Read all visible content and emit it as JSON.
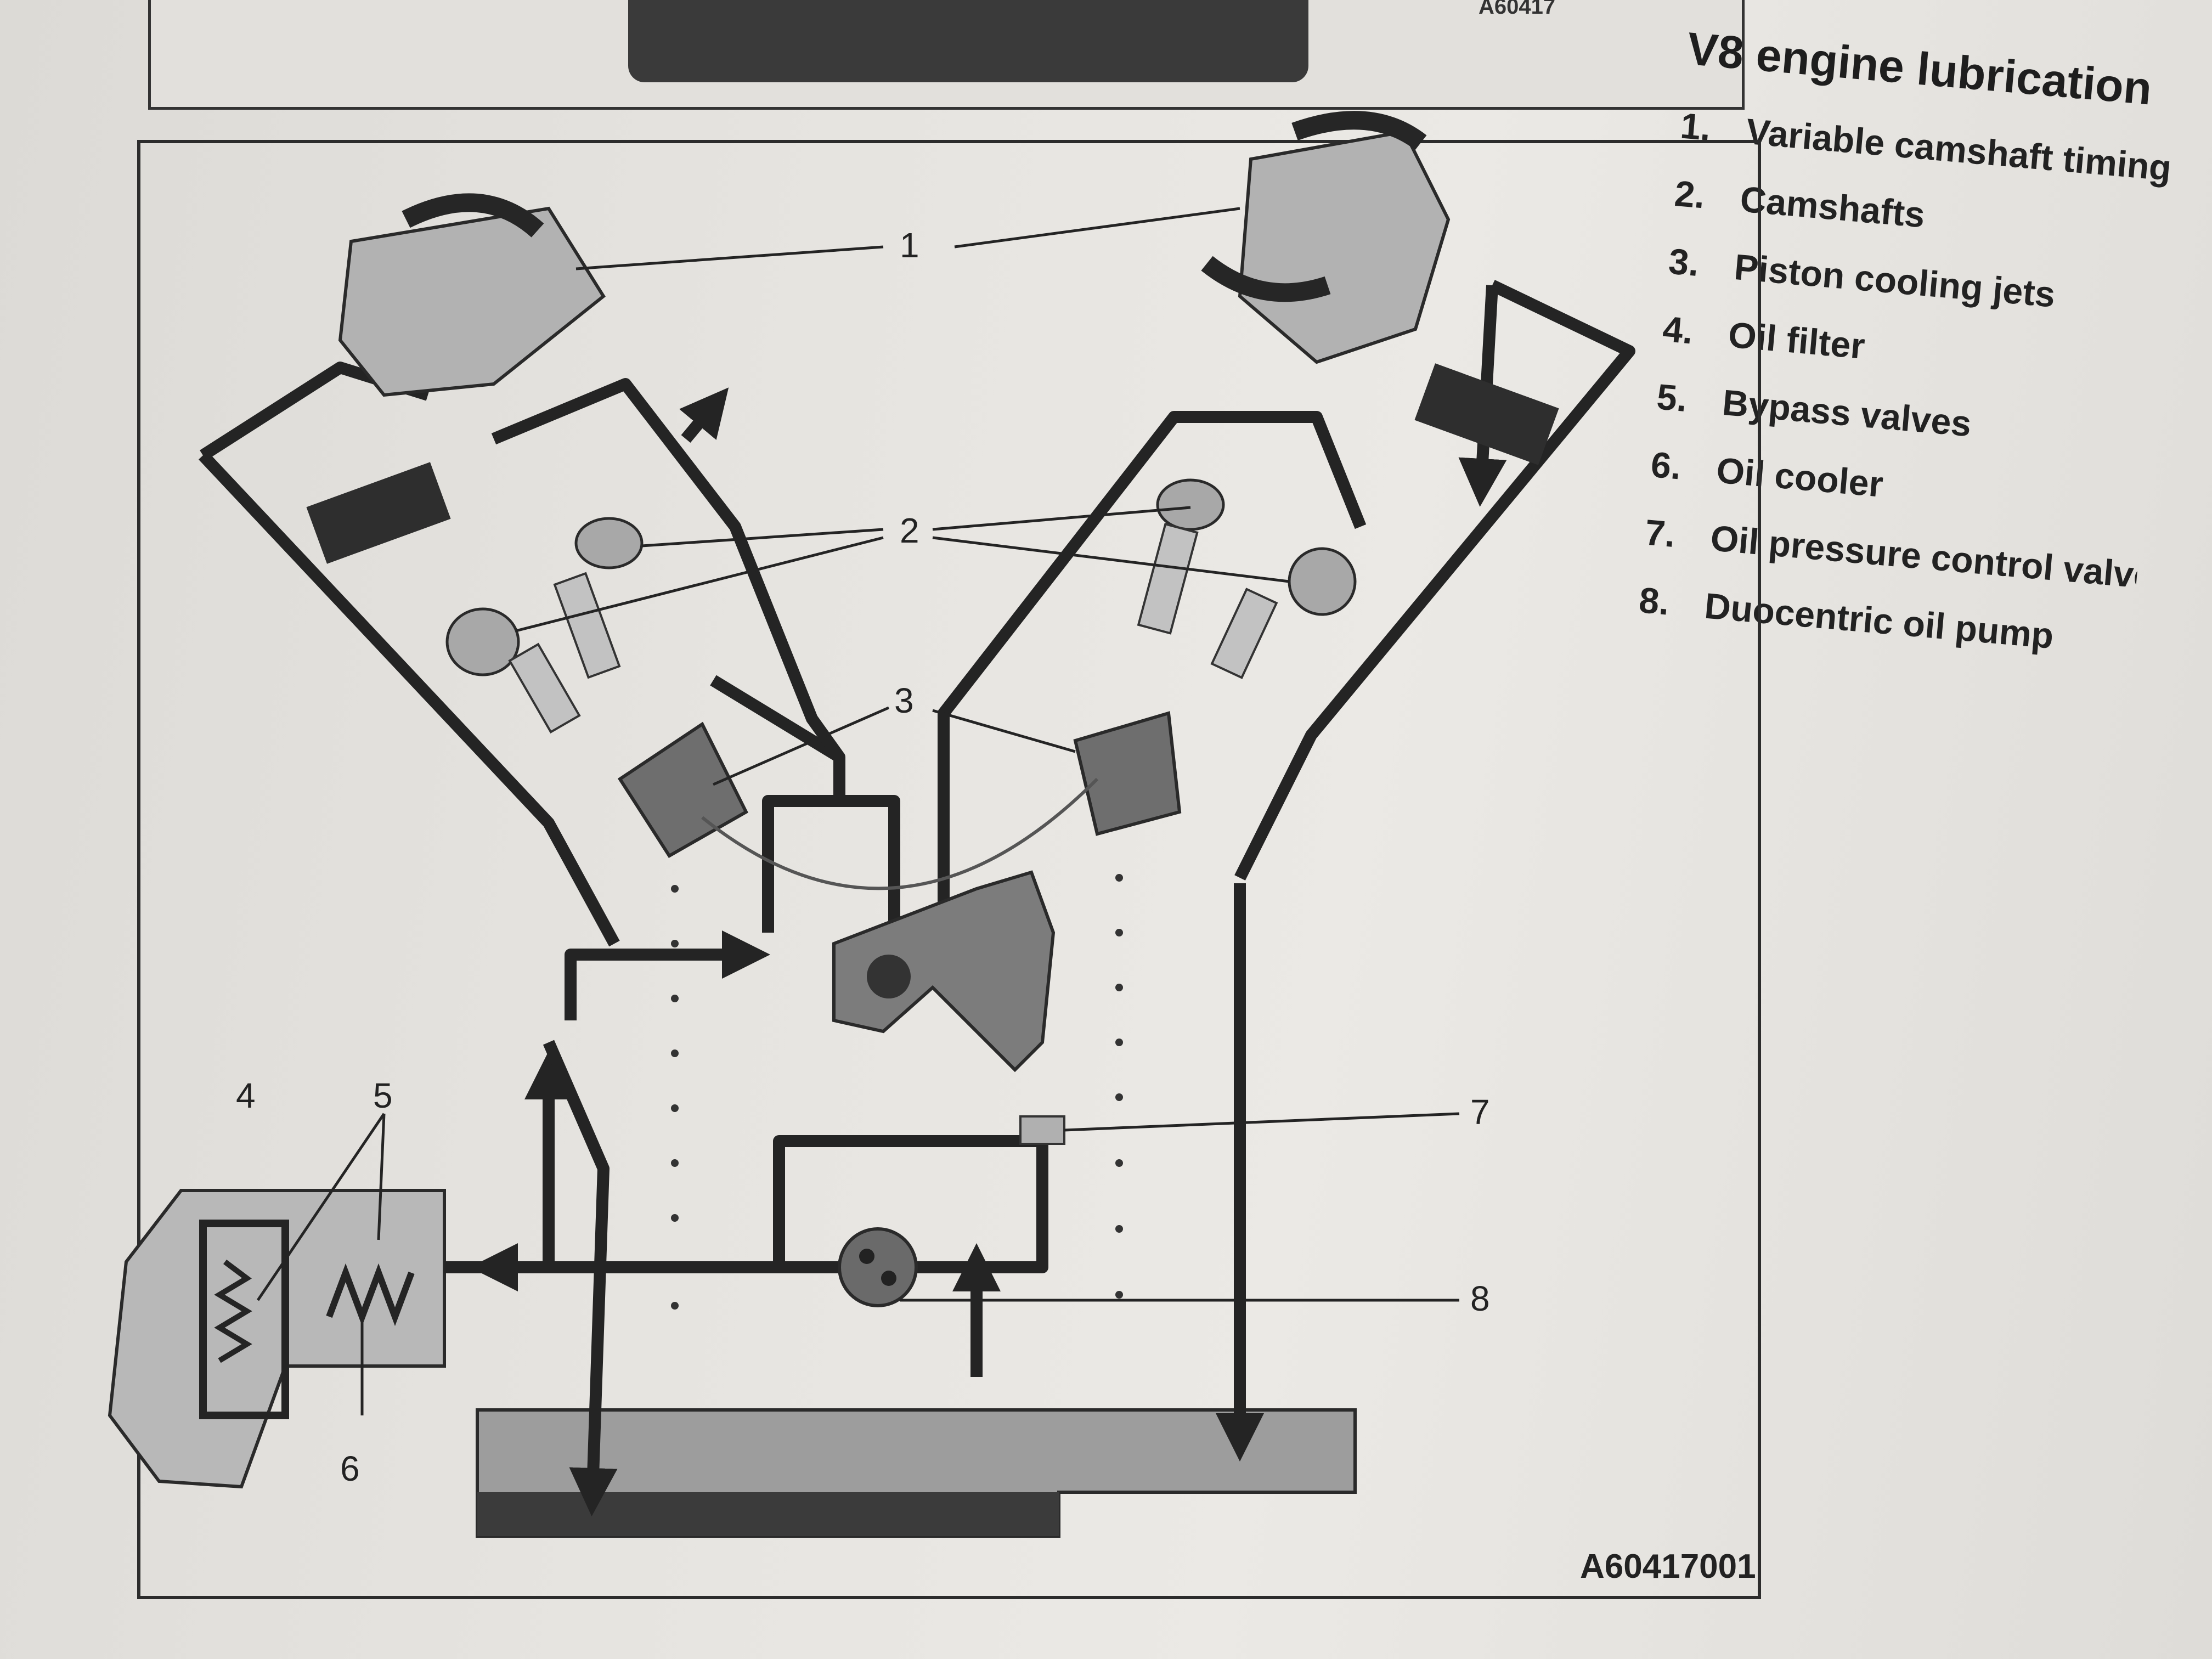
{
  "header": {
    "title": "V8 engine lubrication",
    "top_code": "A60417"
  },
  "legend": {
    "items": [
      {
        "num": "1.",
        "label": "Variable camshaft timing"
      },
      {
        "num": "2.",
        "label": "Camshafts"
      },
      {
        "num": "3.",
        "label": "Piston cooling jets"
      },
      {
        "num": "4.",
        "label": "Oil filter"
      },
      {
        "num": "5.",
        "label": "Bypass valves"
      },
      {
        "num": "6.",
        "label": "Oil cooler"
      },
      {
        "num": "7.",
        "label": "Oil pressure control valve"
      },
      {
        "num": "8.",
        "label": "Duocentric oil pump"
      }
    ]
  },
  "diagram": {
    "callouts": [
      "1",
      "2",
      "3",
      "4",
      "5",
      "6",
      "7",
      "8"
    ],
    "figure_code": "A60417001"
  },
  "colors": {
    "line": "#242424",
    "component": "#7a7a7a",
    "component_light": "#b5b5b5",
    "sump": "#9a9a9a"
  }
}
